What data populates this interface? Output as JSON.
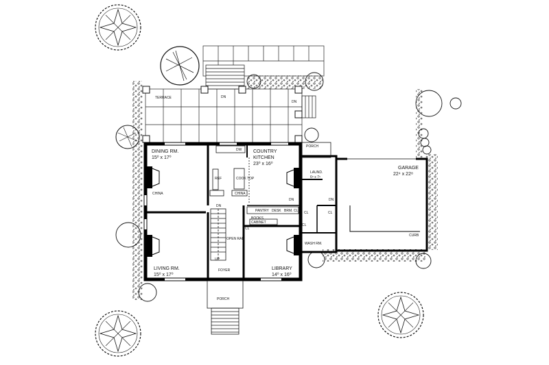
{
  "rooms": {
    "terrace": {
      "name": "TERRACE"
    },
    "dining": {
      "name": "DINING RM.",
      "size": "15⁰ x 17⁰"
    },
    "kitchen": {
      "name_line1": "COUNTRY",
      "name_line2": "KITCHEN",
      "size": "23⁰ x 16⁰"
    },
    "living": {
      "name": "LIVING RM.",
      "size": "15⁰ x 17⁰"
    },
    "library": {
      "name": "LIBRARY",
      "size": "14⁰ x 16⁰"
    },
    "foyer": {
      "name": "FOYER"
    },
    "garage": {
      "name": "GARAGE",
      "size": "22⁴ x 22⁸"
    },
    "laundry": {
      "name": "LAUND.",
      "size": "6⁸ x 7⁶"
    },
    "wash": {
      "name": "WASH RM."
    },
    "porch_top": {
      "name": "PORCH"
    },
    "porch_front": {
      "name": "PORCH"
    }
  },
  "labels": {
    "china_left": "CHINA",
    "china_right": "CHINA",
    "pantry": "PANTRY",
    "desk": "DESK",
    "brm_cl": "BRM. CL",
    "books": "BOOKS",
    "cabinet": "CABINET",
    "cl_a": "CL",
    "cl_b": "CL",
    "cl_c": "CL",
    "cl_d": "CL",
    "dn_a": "DN",
    "dn_b": "DN",
    "dn_c": "DN",
    "dn_d": "DN",
    "dn_e": "DN",
    "up": "UP",
    "dw": "DW",
    "ref": "REF",
    "cook_top": "COOK TOP",
    "curb": "CURB",
    "open_rail": "OPEN RAIL"
  }
}
